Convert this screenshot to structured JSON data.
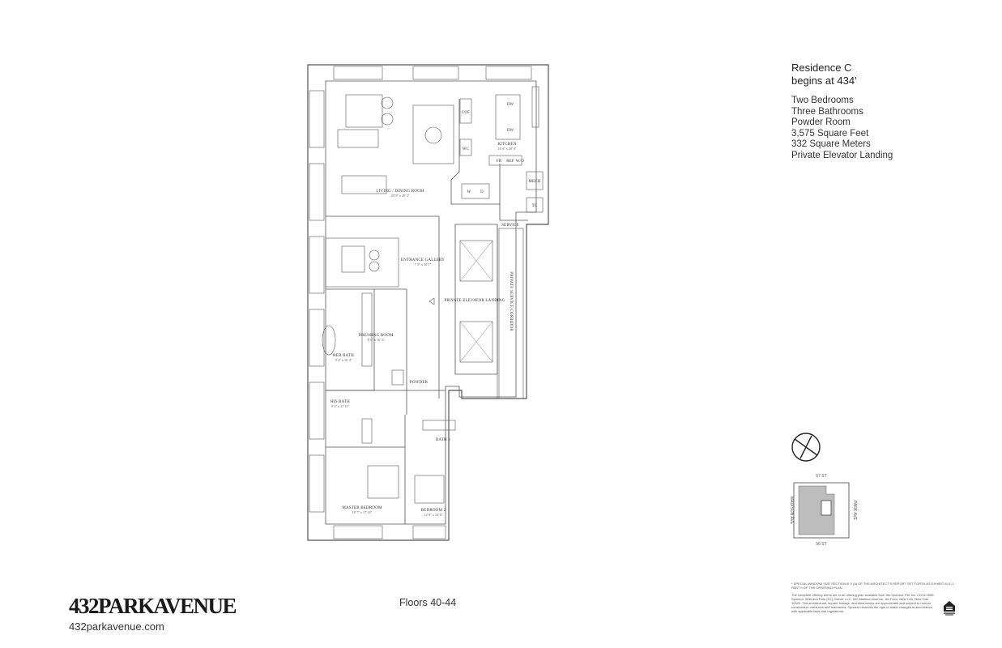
{
  "residence": {
    "title": "Residence C",
    "subtitle": "begins at 434'",
    "details": [
      "Two Bedrooms",
      "Three Bathrooms",
      "Powder Room",
      "3,575 Square Feet",
      "332 Square Meters",
      "Private Elevator Landing"
    ]
  },
  "plan_labels": {
    "living_dining": "LIVING / DINING ROOM",
    "living_dining_dims": "29' 9\" x 29' 3\"",
    "kitchen": "KITCHEN",
    "kitchen_dims": "16' 6\" x 20' 0\"",
    "entrance_gallery": "ENTRANCE GALLERY",
    "entrance_gallery_dims": "7' 8\" x 30' 7\"",
    "private_elevator_landing": "PRIVATE ELEVATOR LANDING",
    "private_service_corridor": "PRIVATE SERVICE CORRIDOR",
    "service": "SERVICE",
    "dressing_room": "DRESSING ROOM",
    "dressing_room_dims": "8' 0\" x 16' 3\"",
    "her_bath": "HER BATH",
    "her_bath_dims": "9' 2\" x 16' 4\"",
    "his_bath": "HIS BATH",
    "his_bath_dims": "9' 2\" x 11' 11\"",
    "powder": "POWDER",
    "bath_2": "BATH 2",
    "master_bedroom": "MASTER BEDROOM",
    "master_bedroom_dims": "18' 7\" x 17' 10\"",
    "bedroom_2": "BEDROOM 2",
    "bedroom_2_dims": "12' 8\" x 14' 8\"",
    "cof": "COF",
    "wc": "WC",
    "dw1": "DW",
    "dw2": "DW",
    "fr": "FR",
    "ref": "REF",
    "wo": "W/O",
    "mech": "MECH",
    "tc": "TC",
    "w": "W",
    "d": "D"
  },
  "keymap": {
    "north": "57 ST",
    "south": "56 ST",
    "west": "MADISON AVE",
    "east": "PARK AVE"
  },
  "footer": {
    "logo": "432PARKAVENUE",
    "url": "432parkavenue.com",
    "floors": "Floors 40-44"
  },
  "disclaimer": {
    "note": "* SPECIAL WINDOW SIZE SECTION III 9 (A) OF THE ARCHITECT'S REPORT SET FORTH AS EXHIBIT III-A-1 PART II OF THE OFFERING PLAN",
    "legal": "The complete offering terms are in an offering plan available from the Sponsor. File No. CD13-0005. Sponsor: 56th and Park (NY) Owner, LLC, 610 Madison Avenue, 4th Floor, New York, New York 10022. The architectural, square footage, and dimensions are approximate and subject to normal construction variances and tolerances. Sponsor reserves the right to make changes in accordance with applicable laws and regulations."
  },
  "colors": {
    "line": "#555555",
    "keymap_fill": "#bdbdbd"
  },
  "icons": [
    "compass-icon",
    "equal-housing-opportunity-icon"
  ]
}
